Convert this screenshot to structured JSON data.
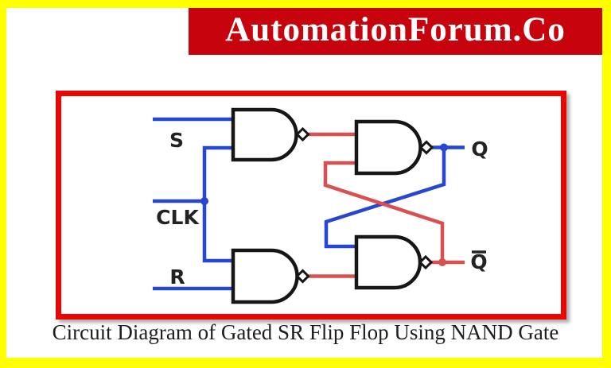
{
  "banner": {
    "title": "AutomationForum.Co",
    "bg_color": "#c7040e",
    "text_color": "#ffffff"
  },
  "caption": {
    "text": "Circuit Diagram of Gated SR Flip Flop Using NAND Gate"
  },
  "circuit": {
    "description": "Gated SR flip flop built from four NAND gates with cross-coupled feedback",
    "inputs": [
      {
        "id": "s",
        "label": "S"
      },
      {
        "id": "clk",
        "label": "CLK"
      },
      {
        "id": "r",
        "label": "R"
      }
    ],
    "outputs": [
      {
        "id": "q",
        "label": "Q",
        "overline": false
      },
      {
        "id": "q_bar",
        "label": "Q",
        "overline": true
      }
    ],
    "gates": [
      {
        "id": "nand1",
        "type": "NAND",
        "position": "top-left",
        "inputs": [
          "S",
          "CLK"
        ],
        "output_to": "nand2"
      },
      {
        "id": "nand2",
        "type": "NAND",
        "position": "top-right",
        "inputs": [
          "nand1",
          "Q-bar-feedback"
        ],
        "output_to": "Q"
      },
      {
        "id": "nand3",
        "type": "NAND",
        "position": "bottom-left",
        "inputs": [
          "CLK",
          "R"
        ],
        "output_to": "nand4"
      },
      {
        "id": "nand4",
        "type": "NAND",
        "position": "bottom-right",
        "inputs": [
          "Q-feedback",
          "nand3"
        ],
        "output_to": "Q-bar"
      }
    ],
    "colors": {
      "input_wire_blue": "#2746d2",
      "output_wire_red": "#d85050",
      "gate_outline": "#161616",
      "box_border_red": "#e90603",
      "frame_yellow": "#ffff00"
    }
  }
}
